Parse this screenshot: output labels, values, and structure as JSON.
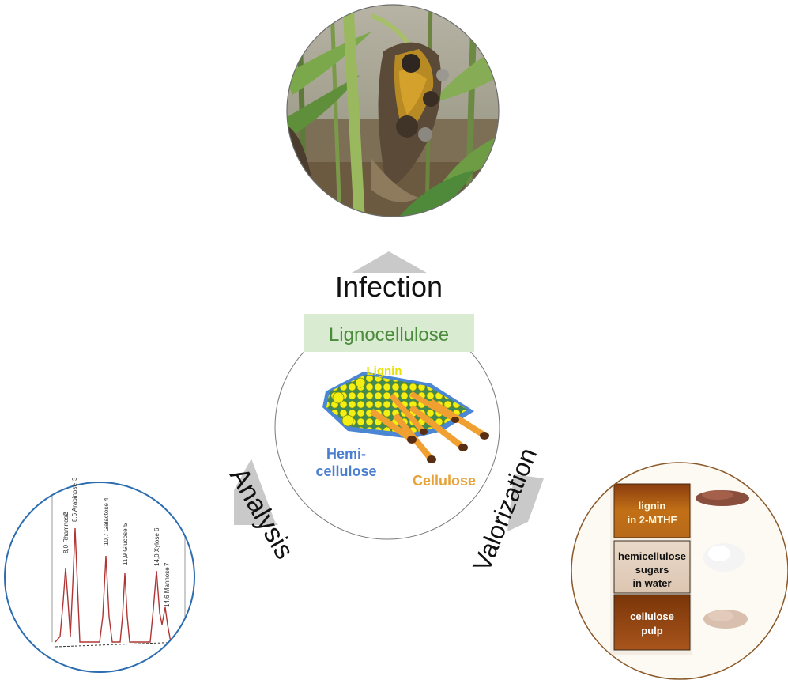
{
  "center": {
    "title": "Lignocellulose",
    "lignin": "Lignin",
    "hemi_line1": "Hemi-",
    "hemi_line2": "cellulose",
    "cellulose": "Cellulose"
  },
  "arrows": {
    "up": "Infection",
    "left": "Analysis",
    "right": "Valorization"
  },
  "chromatogram": {
    "peaks": [
      {
        "label": "8,0 Rhamnose",
        "num": "2"
      },
      {
        "label": "8,6 Arabinose",
        "num": "3"
      },
      {
        "label": "10,7 Galactose",
        "num": "4"
      },
      {
        "label": "11,9 Glucose",
        "num": "5"
      },
      {
        "label": "14,0 Xylose",
        "num": "6"
      },
      {
        "label": "14,6 Mannose",
        "num": "7"
      }
    ]
  },
  "fractions": {
    "lignin_l1": "lignin",
    "lignin_l2": "in 2-MTHF",
    "hemi_l1": "hemicellulose",
    "hemi_l2": "sugars",
    "hemi_l3": "in water",
    "cell_l1": "cellulose",
    "cell_l2": "pulp"
  },
  "colors": {
    "lignin_yellow": "#f2e600",
    "hemi_blue": "#4a7fd0",
    "cellulose_orange": "#f0a030",
    "title_green": "#4c8a3c",
    "title_bg": "#d9ecd2",
    "arrow_gray": "#c9c9c9"
  }
}
